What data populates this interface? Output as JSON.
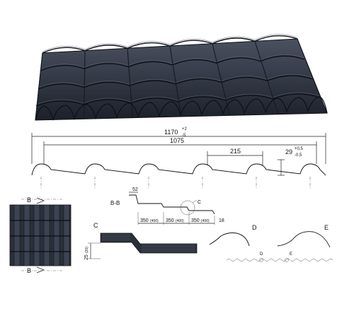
{
  "colors": {
    "sheet": "#2b303c",
    "sheet_dark": "#1c2029",
    "sheet_light": "#4a5160",
    "line": "#111111"
  },
  "dimensions": {
    "overall_width": "1170",
    "overall_tol_plus": "+2",
    "overall_tol_minus": "-5",
    "useful_width": "1075",
    "wave_pitch": "215",
    "wave_height": "29",
    "wave_tol_plus": "+0,5",
    "wave_tol_minus": "-0,5"
  },
  "section_bb": {
    "label": "B-B",
    "step_height": "52",
    "segment_1": "350",
    "segment_1_alt": "(400)",
    "segment_2": "350",
    "segment_2_alt": "(400)",
    "segment_3": "350",
    "segment_3_alt": "(400)",
    "end_value": "18",
    "detail_ref": "C"
  },
  "section_marker": {
    "top": "B",
    "bottom": "B"
  },
  "detail_c": {
    "label": "C",
    "height": "25",
    "height_alt": "(20)"
  },
  "detail_d": {
    "label": "D",
    "marker": "D"
  },
  "detail_e": {
    "label": "E",
    "marker": "E"
  }
}
